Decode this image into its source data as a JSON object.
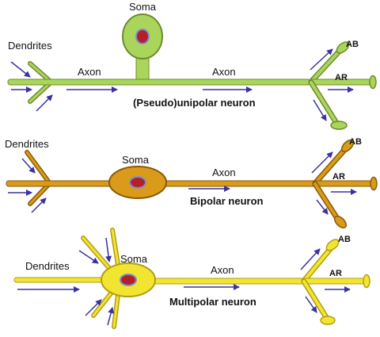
{
  "colors": {
    "unipolar_fill": "#a9d65a",
    "unipolar_stroke": "#6e8b2f",
    "bipolar_fill": "#d99b19",
    "bipolar_stroke": "#8a5a08",
    "multipolar_fill": "#f2e531",
    "multipolar_stroke": "#b39c14",
    "nucleus": "#b3202a",
    "nucleus_ring": "#7a8fd0",
    "arrow": "#3a32a0"
  },
  "neurons": {
    "unipolar": {
      "soma_label": "Soma",
      "dendrites_label": "Dendrites",
      "axon_label_1": "Axon",
      "axon_label_2": "Axon",
      "title": "(Pseudo)unipolar neuron",
      "ab_label": "AB",
      "ar_label": "AR"
    },
    "bipolar": {
      "soma_label": "Soma",
      "dendrites_label": "Dendrites",
      "axon_label": "Axon",
      "title": "Bipolar neuron",
      "ab_label": "AB",
      "ar_label": "AR"
    },
    "multipolar": {
      "soma_label": "Soma",
      "dendrites_label": "Dendrites",
      "axon_label": "Axon",
      "title": "Multipolar neuron",
      "ab_label": "AB",
      "ar_label": "AR"
    }
  }
}
